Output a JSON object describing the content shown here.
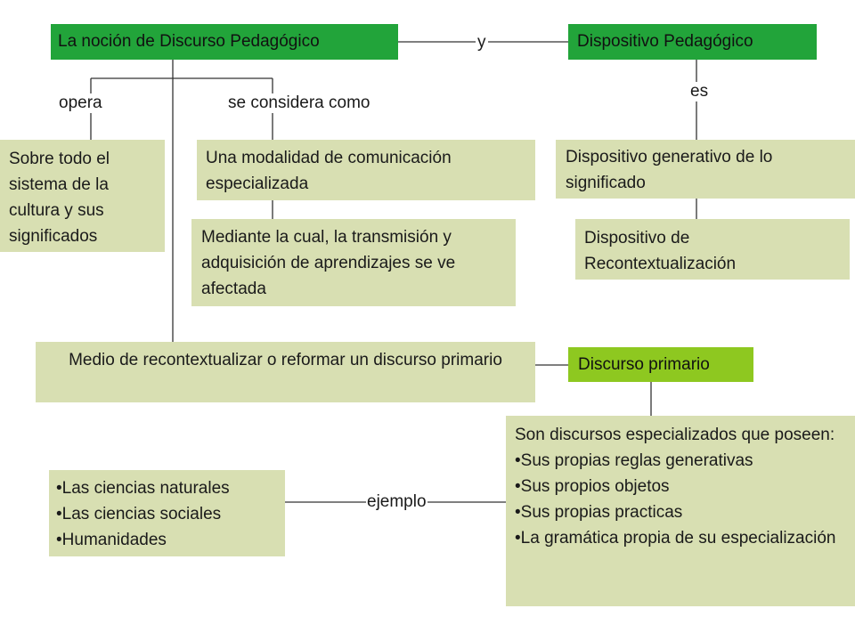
{
  "nodes": {
    "discurso_pedagogico": "La noción de Discurso Pedagógico",
    "dispositivo_pedagogico": "Dispositivo Pedagógico",
    "sobre_todo": "Sobre todo el sistema de la cultura  y sus significados",
    "modalidad": "Una modalidad de comunicación especializada",
    "mediante": "Mediante la cual, la transmisión y adquisición de aprendizajes se ve afectada",
    "generativo": "Dispositivo generativo de lo significado",
    "recontextualizacion": "Dispositivo de Recontextualización",
    "medio": "Medio de recontextualizar o reformar un discurso primario",
    "discurso_primario": "Discurso primario",
    "especializados_intro": "Son discursos especializados que poseen:",
    "especializados_items": [
      "Sus propias reglas generativas",
      "Sus propios objetos",
      "Sus propias practicas",
      "La gramática propia de su especialización"
    ],
    "ejemplos": [
      "Las ciencias naturales",
      "Las ciencias sociales",
      "Humanidades"
    ]
  },
  "links": {
    "y": "y",
    "opera": "opera",
    "se_considera": "se considera como",
    "es": "es",
    "ejemplo": "ejemplo"
  },
  "colors": {
    "title_box": "#22a43a",
    "primary_box": "#8ec820",
    "content_box": "#d8dfb2",
    "connector": "#333333"
  }
}
